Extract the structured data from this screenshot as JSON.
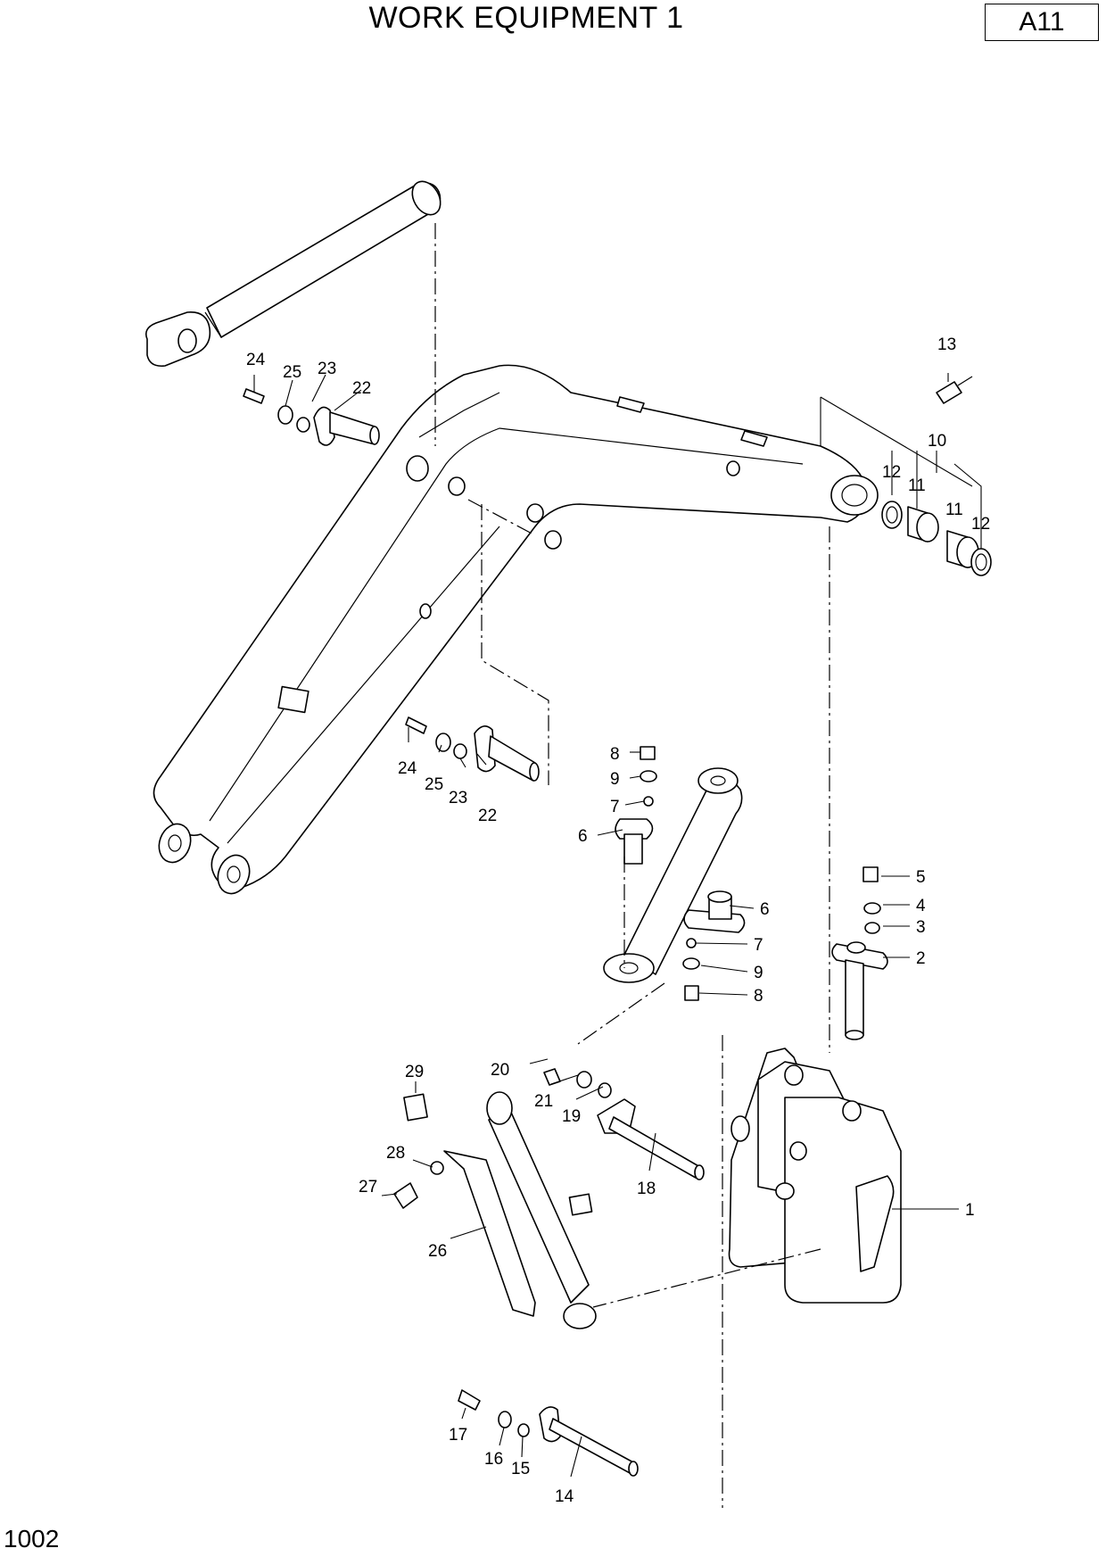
{
  "header": {
    "title": "WORK EQUIPMENT 1",
    "code": "A11"
  },
  "footer": {
    "page_number": "1002"
  },
  "callouts": [
    {
      "id": "c1",
      "label": "1"
    },
    {
      "id": "c2",
      "label": "2"
    },
    {
      "id": "c3",
      "label": "3"
    },
    {
      "id": "c4",
      "label": "4"
    },
    {
      "id": "c5",
      "label": "5"
    },
    {
      "id": "c6a",
      "label": "6"
    },
    {
      "id": "c6b",
      "label": "6"
    },
    {
      "id": "c7a",
      "label": "7"
    },
    {
      "id": "c7b",
      "label": "7"
    },
    {
      "id": "c8a",
      "label": "8"
    },
    {
      "id": "c8b",
      "label": "8"
    },
    {
      "id": "c9a",
      "label": "9"
    },
    {
      "id": "c9b",
      "label": "9"
    },
    {
      "id": "c10",
      "label": "10"
    },
    {
      "id": "c11a",
      "label": "11"
    },
    {
      "id": "c11b",
      "label": "11"
    },
    {
      "id": "c12a",
      "label": "12"
    },
    {
      "id": "c12b",
      "label": "12"
    },
    {
      "id": "c13",
      "label": "13"
    },
    {
      "id": "c14",
      "label": "14"
    },
    {
      "id": "c15",
      "label": "15"
    },
    {
      "id": "c16",
      "label": "16"
    },
    {
      "id": "c17",
      "label": "17"
    },
    {
      "id": "c18",
      "label": "18"
    },
    {
      "id": "c19",
      "label": "19"
    },
    {
      "id": "c20",
      "label": "20"
    },
    {
      "id": "c21",
      "label": "21"
    },
    {
      "id": "c22a",
      "label": "22"
    },
    {
      "id": "c22b",
      "label": "22"
    },
    {
      "id": "c23a",
      "label": "23"
    },
    {
      "id": "c23b",
      "label": "23"
    },
    {
      "id": "c24a",
      "label": "24"
    },
    {
      "id": "c24b",
      "label": "24"
    },
    {
      "id": "c25a",
      "label": "25"
    },
    {
      "id": "c25b",
      "label": "25"
    },
    {
      "id": "c26",
      "label": "26"
    },
    {
      "id": "c27",
      "label": "27"
    },
    {
      "id": "c28",
      "label": "28"
    },
    {
      "id": "c29",
      "label": "29"
    }
  ]
}
